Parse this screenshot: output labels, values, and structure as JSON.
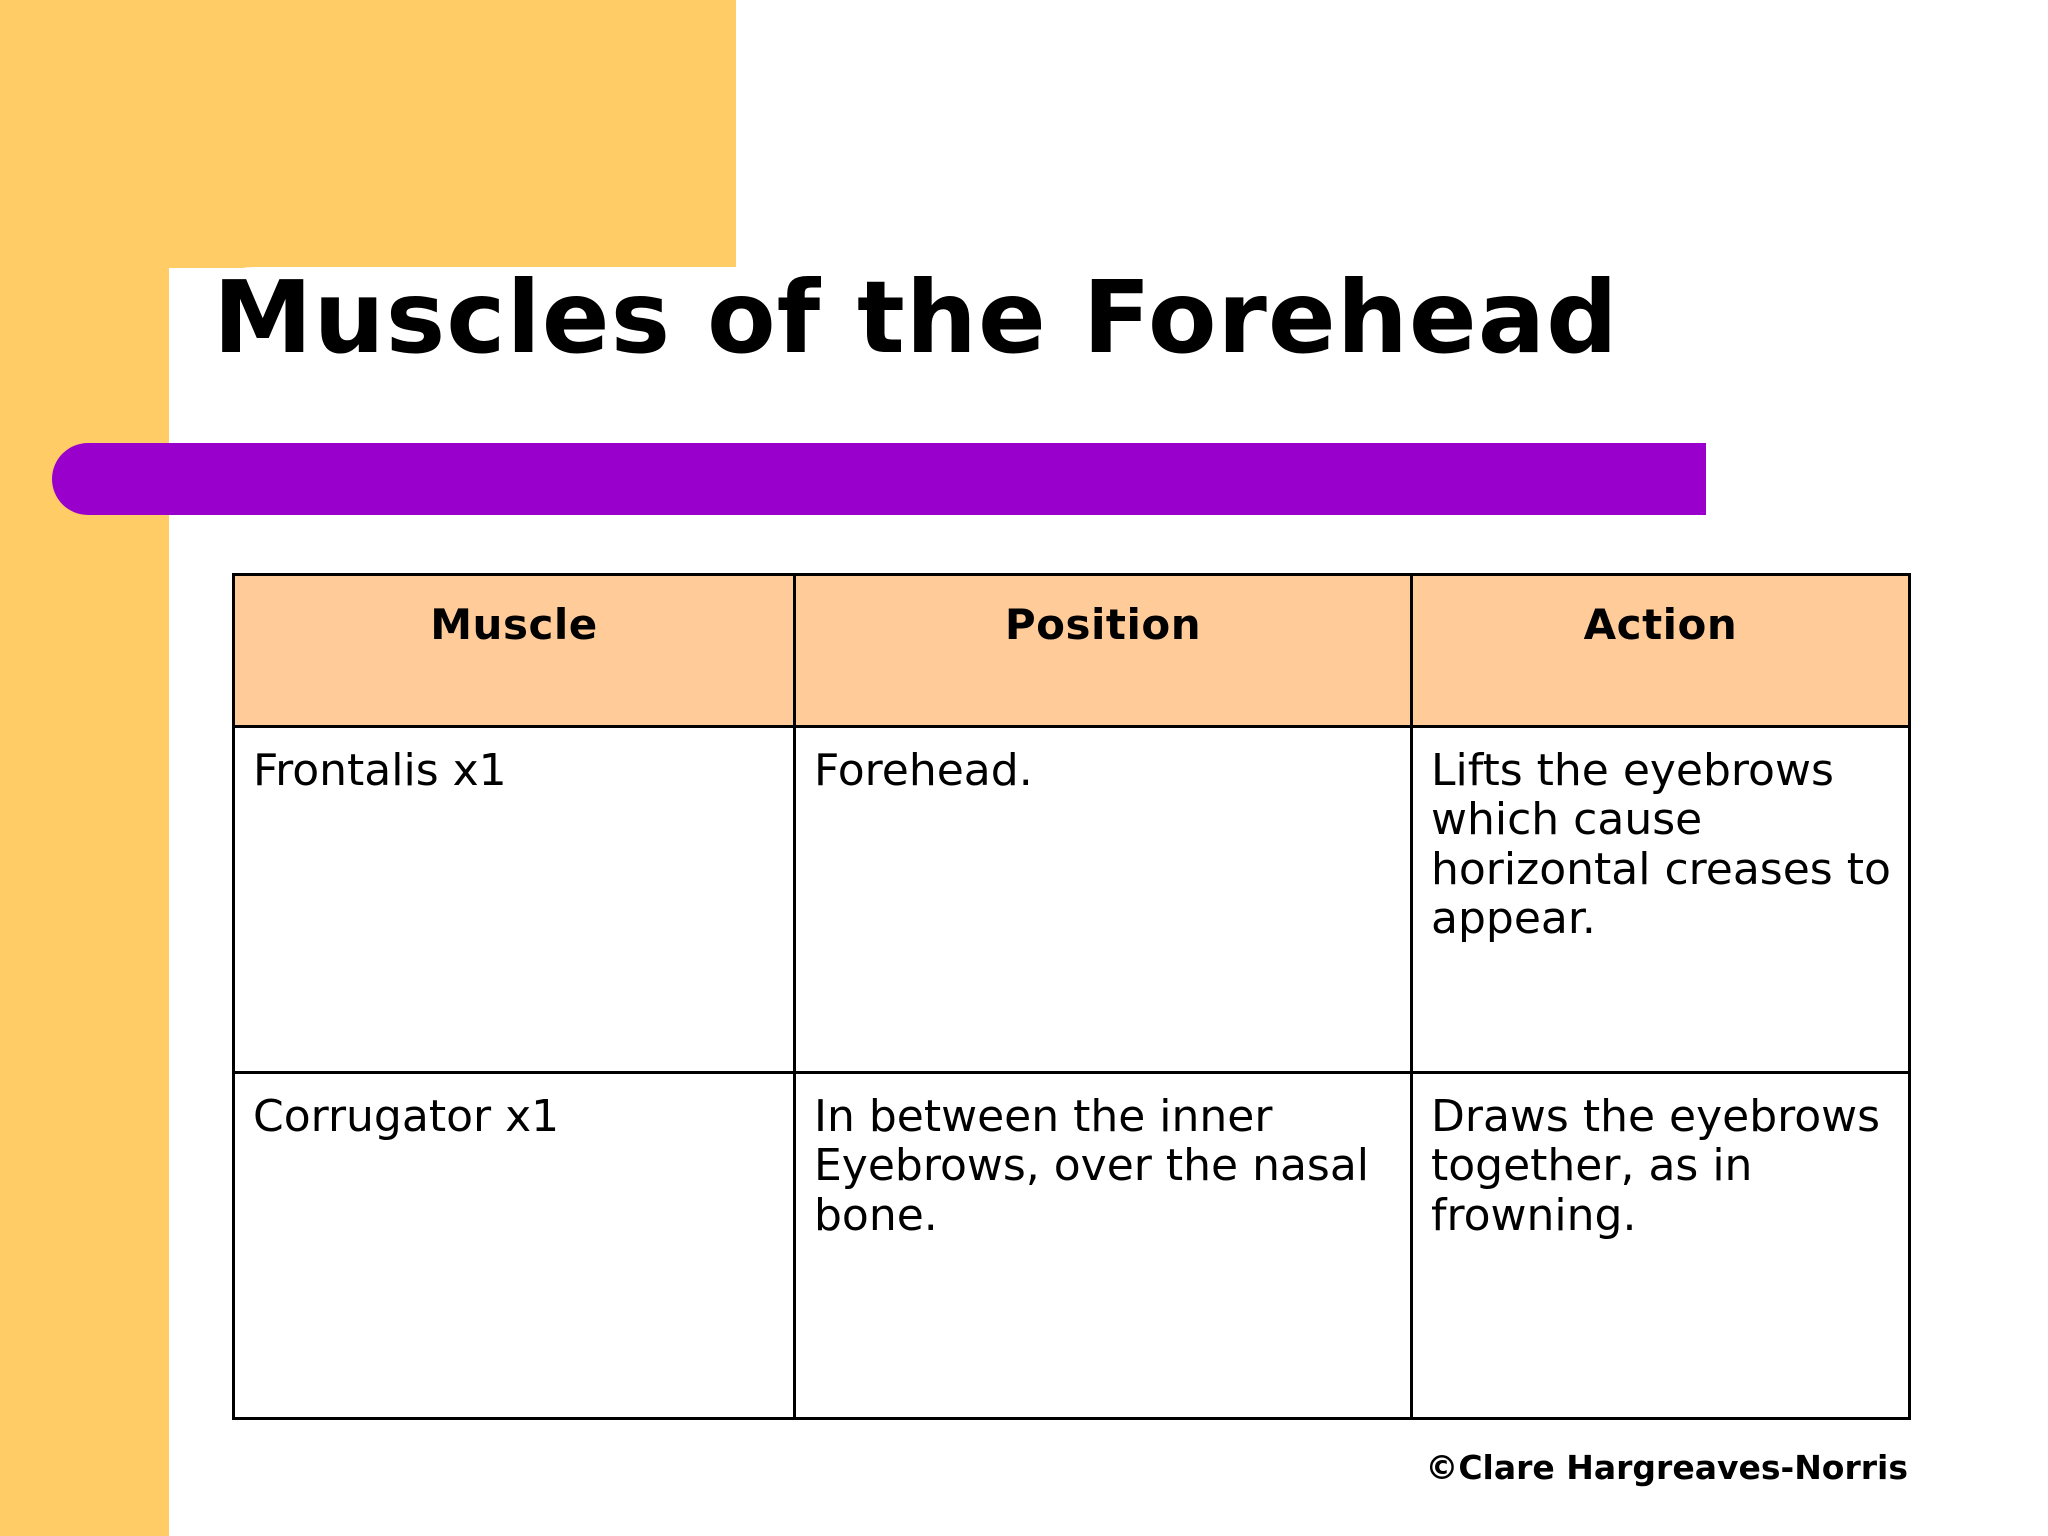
{
  "slide": {
    "title": "Muscles of the Forehead",
    "credit": "©Clare Hargreaves-Norris"
  },
  "theme": {
    "orange": "#FFCC66",
    "purple_bar": "#9900CC",
    "table_header_peach": "#FFCC99",
    "page_background": "#FFFFFF",
    "text": "#000000",
    "table_border": "#000000"
  },
  "table": {
    "columns": [
      {
        "key": "muscle",
        "label": "Muscle"
      },
      {
        "key": "position",
        "label": "Position"
      },
      {
        "key": "action",
        "label": "Action"
      }
    ],
    "rows": [
      {
        "muscle": "Frontalis x1",
        "position": "Forehead.",
        "action": "Lifts the eyebrows which cause horizontal creases to appear."
      },
      {
        "muscle": "Corrugator x1",
        "position": "In between the inner Eyebrows, over the nasal bone.",
        "action": "Draws the eyebrows together, as in frowning."
      }
    ]
  }
}
